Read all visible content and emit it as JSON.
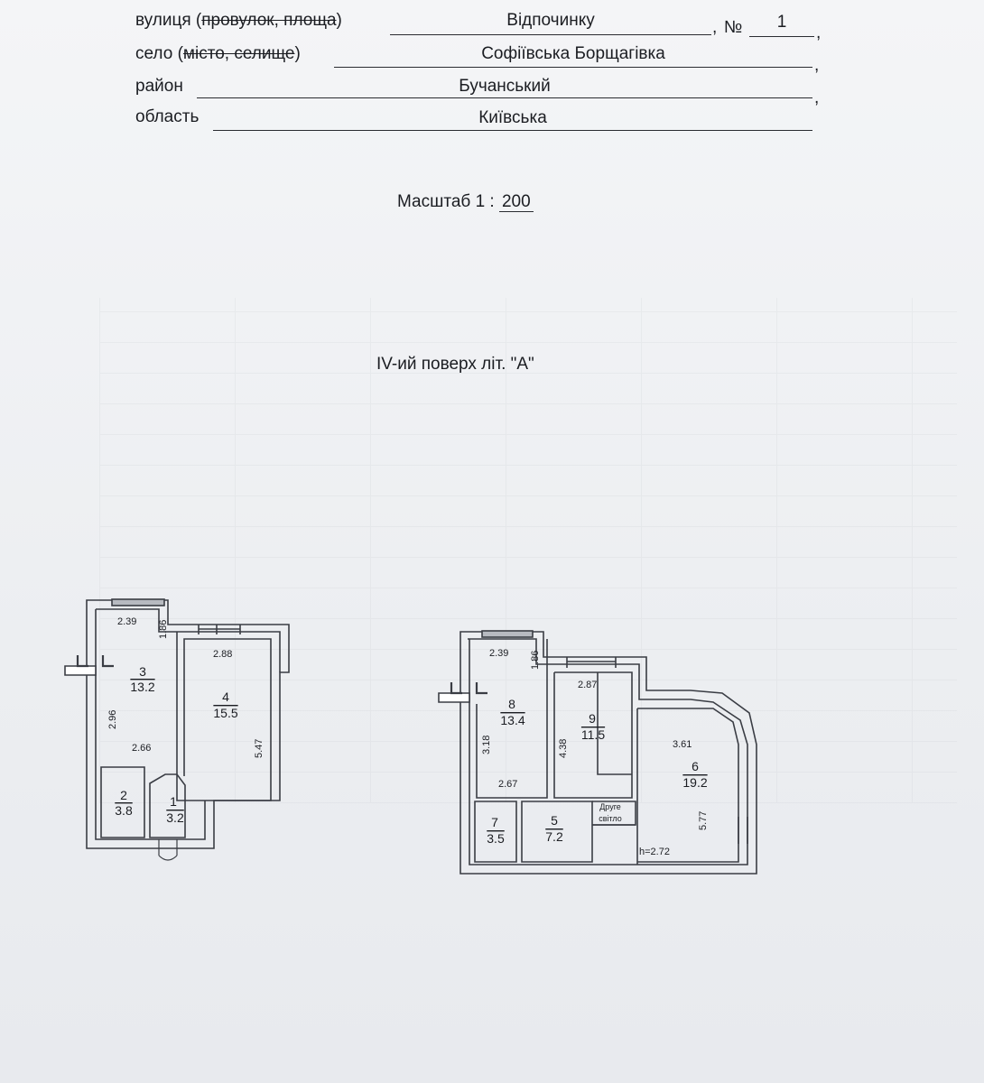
{
  "address": {
    "street": {
      "label_plain": "вулиця (",
      "label_struck": "провулок, площа",
      "label_end": ")",
      "value": "Відпочинку",
      "number_label": "№",
      "number_value": "1",
      "comma": ","
    },
    "village": {
      "label_plain": "село (",
      "label_struck": "місто, селище",
      "label_end": ")",
      "value": "Софіївська Борщагівка",
      "comma": ","
    },
    "district": {
      "label": "район",
      "value": "Бучанський",
      "comma": ","
    },
    "region": {
      "label": "область",
      "value": "Київська"
    }
  },
  "scale": {
    "label": "Масштаб",
    "ratio_prefix": "1 :",
    "ratio_value": "200"
  },
  "floor_title": "IV-ий поверх літ. \"А\"",
  "plan_left": {
    "rooms": [
      {
        "num": "3",
        "area": "13.2"
      },
      {
        "num": "4",
        "area": "15.5"
      },
      {
        "num": "2",
        "area": "3.8"
      },
      {
        "num": "1",
        "area": "3.2"
      }
    ],
    "dims": [
      "2.39",
      "1.86",
      "2.88",
      "2.96",
      "2.66",
      "5.47"
    ]
  },
  "plan_right": {
    "rooms": [
      {
        "num": "8",
        "area": "13.4"
      },
      {
        "num": "9",
        "area": "11.5"
      },
      {
        "num": "6",
        "area": "19.2"
      },
      {
        "num": "7",
        "area": "3.5"
      },
      {
        "num": "5",
        "area": "7.2"
      }
    ],
    "dims": [
      "2.39",
      "1.86",
      "2.87",
      "3.61",
      "3.18",
      "4.38",
      "2.67",
      "5.77"
    ],
    "second_light_line1": "Друге",
    "second_light_line2": "світло",
    "height_note": "h=2.72"
  }
}
